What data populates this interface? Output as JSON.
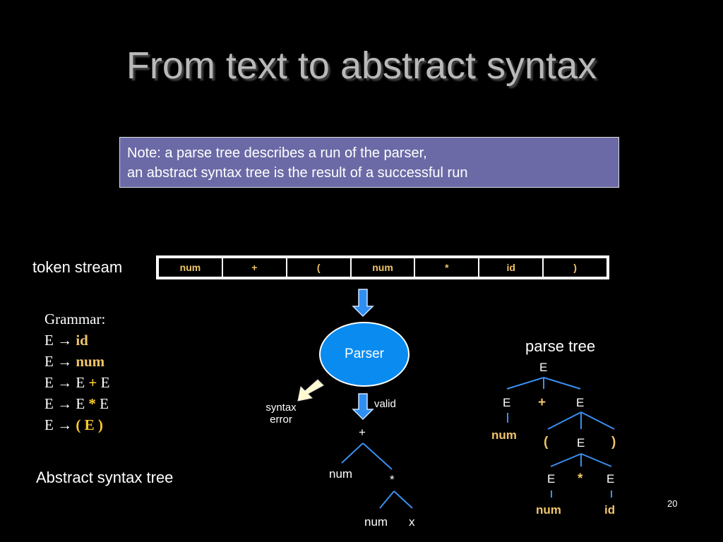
{
  "slide": {
    "title": "From text to abstract syntax",
    "note_line1": "Note: a parse tree describes a run of the parser,",
    "note_line2": "an abstract syntax tree is the result of a successful run",
    "token_stream_label": "token stream",
    "tokens": [
      "num",
      "+",
      "(",
      "num",
      "*",
      "id",
      ")"
    ],
    "grammar": {
      "heading": "Grammar:",
      "lhs": "E",
      "arrow": "→",
      "rule1": "id",
      "rule2": "num",
      "rule3": {
        "a": "E",
        "op": "+",
        "b": "E"
      },
      "rule4": {
        "a": "E",
        "op": "*",
        "b": "E"
      },
      "rule5": {
        "open": "(",
        "mid": "E",
        "close": ")"
      }
    },
    "parser_label": "Parser",
    "syntax_error_line1": "syntax",
    "syntax_error_line2": "error",
    "valid_label": "valid",
    "parse_tree_label": "parse tree",
    "ast_label": "Abstract syntax tree",
    "ast": {
      "root": "+",
      "left": "num",
      "mid": "*",
      "leaf1": "num",
      "leaf2": "x"
    },
    "parse_tree": {
      "root": "E",
      "l1_left": "E",
      "l1_op": "+",
      "l1_right": "E",
      "l2_leaf": "num",
      "l2_open": "(",
      "l2_mid": "E",
      "l2_close": ")",
      "l3_left": "E",
      "l3_op": "*",
      "l3_right": "E",
      "l4_left": "num",
      "l4_right": "id"
    },
    "page_number": "20"
  },
  "colors": {
    "background": "#000000",
    "note_bg": "#6b6aa6",
    "parser_fill": "#0a8bf0",
    "token_text": "#f0c468",
    "edge": "#3a8ff0"
  }
}
